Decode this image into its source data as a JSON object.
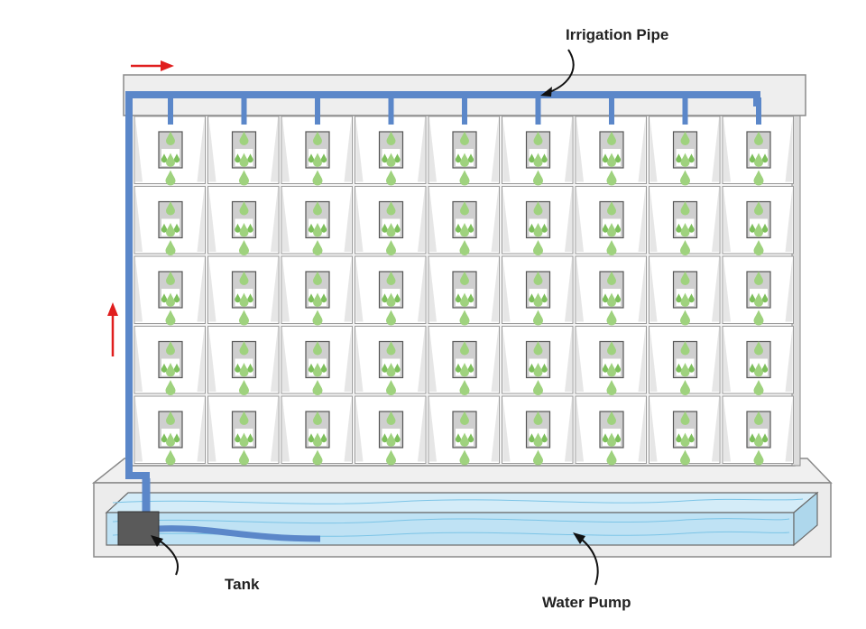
{
  "labels": {
    "irrigation_pipe": "Irrigation Pipe",
    "tank": "Tank",
    "water_pump": "Water Pump"
  },
  "grid": {
    "rows": 5,
    "columns": 9
  },
  "colors": {
    "pipe": "#5b87c9",
    "water": "#bfe2f4",
    "water_line": "#7cc4e6",
    "arrow": "#e01e1e",
    "plant": "#9fd27e",
    "plant_dark": "#7dbf5b",
    "frame": "#eeeeee",
    "frame_border": "#8a8a8a",
    "pot": "#cfcfcf",
    "pump": "#5a5a5a"
  }
}
